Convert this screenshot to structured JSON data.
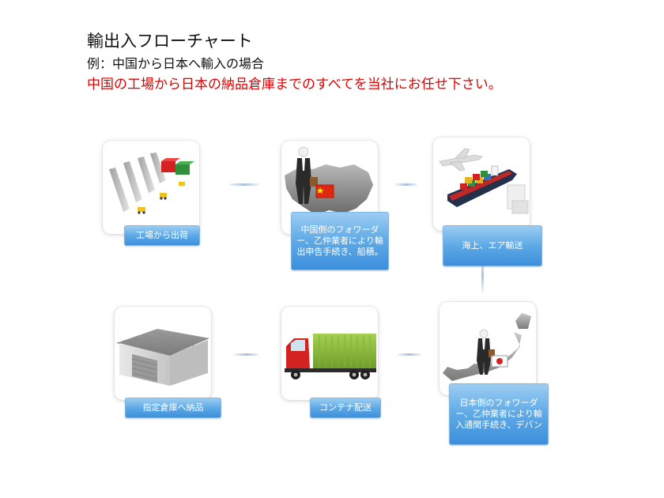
{
  "header": {
    "title": "輸出入フローチャート",
    "subtitle": "例：中国から日本へ輸入の場合",
    "lead": "中国の工場から日本の納品倉庫までのすべてを当社にお任せ下さい。"
  },
  "steps": [
    {
      "label": "工場から出荷"
    },
    {
      "label": "中国側のフォワーダー、乙仲業者により輸出申告手続き、船積。"
    },
    {
      "label": "海上、エア輸送"
    },
    {
      "label": "日本側のフォワーダー、乙仲業者により輸入通関手続き、デバン"
    },
    {
      "label": "コンテナ配送"
    },
    {
      "label": "指定倉庫へ納品"
    }
  ],
  "colors": {
    "label_blue": "#3d8fdc",
    "lead_red": "#e00000",
    "container_red": "#d32222",
    "container_green": "#2f8f3a",
    "truck_green": "#8cbd3c"
  }
}
